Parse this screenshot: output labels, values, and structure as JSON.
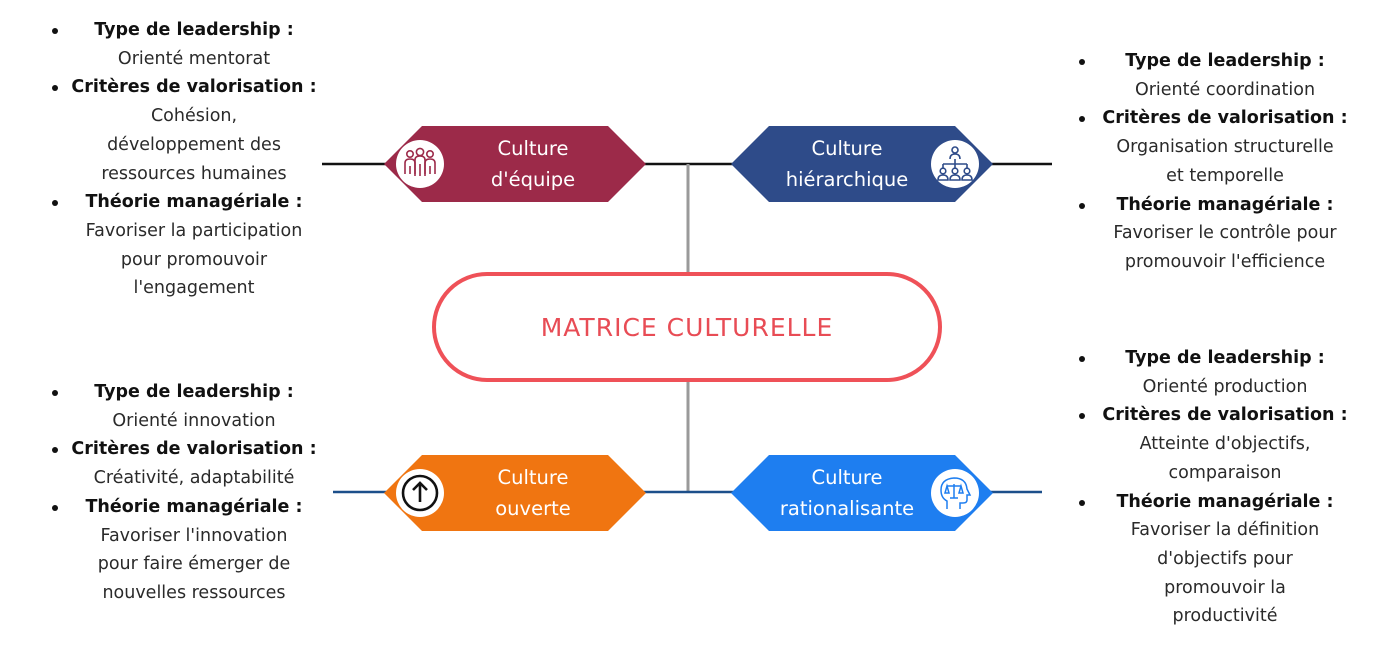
{
  "center": {
    "title": "MATRICE CULTURELLE",
    "border_color": "#ef5158",
    "text_color": "#e84c55"
  },
  "cultures": {
    "equipe": {
      "line1": "Culture",
      "line2": "d'équipe",
      "color": "#9c2a49",
      "icon": "team-icon"
    },
    "hierarchique": {
      "line1": "Culture",
      "line2": "hiérarchique",
      "color": "#2e4b89",
      "icon": "hierarchy-icon"
    },
    "ouverte": {
      "line1": "Culture",
      "line2": "ouverte",
      "color": "#f07511",
      "icon": "power-up-icon"
    },
    "rationalisante": {
      "line1": "Culture",
      "line2": "rationalisante",
      "color": "#1e7ef0",
      "icon": "head-scales-icon"
    }
  },
  "panels": {
    "top_left": {
      "k1": "Type de leadership :",
      "v1": [
        "Orienté mentorat"
      ],
      "k2": "Critères de valorisation :",
      "v2": [
        "Cohésion,",
        "développement des",
        "ressources humaines"
      ],
      "k3": "Théorie managériale :",
      "v3": [
        "Favoriser la participation",
        "pour promouvoir",
        "l'engagement"
      ]
    },
    "top_right": {
      "k1": "Type de leadership :",
      "v1": [
        "Orienté coordination"
      ],
      "k2": "Critères de valorisation :",
      "v2": [
        "Organisation structurelle",
        "et temporelle"
      ],
      "k3": "Théorie managériale :",
      "v3": [
        "Favoriser le contrôle pour",
        "promouvoir l'efficience"
      ]
    },
    "bottom_left": {
      "k1": "Type de leadership :",
      "v1": [
        "Orienté innovation"
      ],
      "k2": "Critères de valorisation :",
      "v2": [
        "Créativité, adaptabilité"
      ],
      "k3": "Théorie managériale :",
      "v3": [
        "Favoriser l'innovation",
        "pour faire émerger de",
        "nouvelles ressources"
      ]
    },
    "bottom_right": {
      "k1": "Type de leadership :",
      "v1": [
        "Orienté production"
      ],
      "k2": "Critères de valorisation :",
      "v2": [
        "Atteinte d'objectifs,",
        "comparaison"
      ],
      "k3": "Théorie managériale :",
      "v3": [
        "Favoriser la définition",
        "d'objectifs pour",
        "promouvoir la",
        "productivité"
      ]
    }
  }
}
